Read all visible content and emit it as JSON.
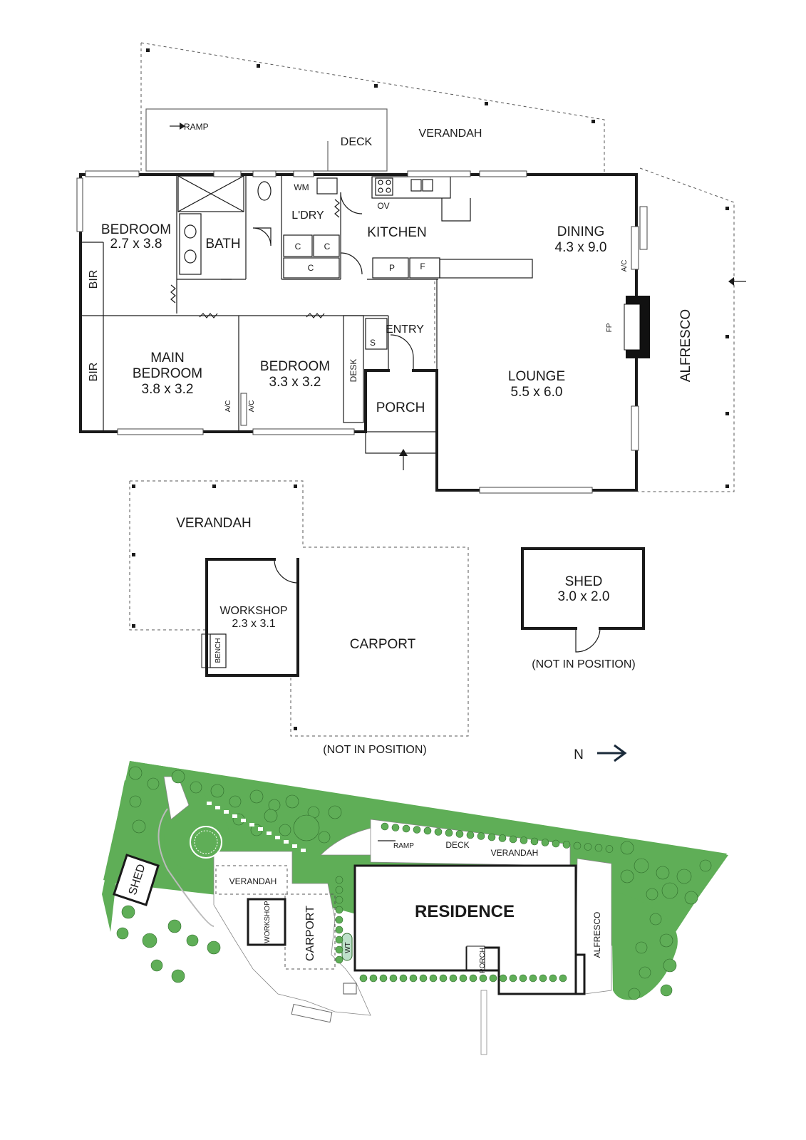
{
  "plan": {
    "rooms": [
      {
        "id": "bedroom-1",
        "name": "BEDROOM",
        "size": "2.7 x 3.8"
      },
      {
        "id": "bath",
        "name": "BATH"
      },
      {
        "id": "laundry",
        "name": "L'DRY"
      },
      {
        "id": "kitchen",
        "name": "KITCHEN"
      },
      {
        "id": "dining",
        "name": "DINING",
        "size": "4.3 x 9.0"
      },
      {
        "id": "main-bedroom",
        "name": "MAIN",
        "name2": "BEDROOM",
        "size": "3.8 x 3.2"
      },
      {
        "id": "bedroom-2",
        "name": "BEDROOM",
        "size": "3.3 x 3.2"
      },
      {
        "id": "entry",
        "name": "ENTRY"
      },
      {
        "id": "porch",
        "name": "PORCH"
      },
      {
        "id": "lounge",
        "name": "LOUNGE",
        "size": "5.5 x 6.0"
      },
      {
        "id": "alfresco",
        "name": "ALFRESCO"
      },
      {
        "id": "verandah-top",
        "name": "VERANDAH"
      },
      {
        "id": "deck",
        "name": "DECK"
      },
      {
        "id": "ramp",
        "name": "RAMP"
      },
      {
        "id": "verandah-out",
        "name": "VERANDAH"
      },
      {
        "id": "workshop",
        "name": "WORKSHOP",
        "size": "2.3 x 3.1"
      },
      {
        "id": "carport",
        "name": "CARPORT"
      },
      {
        "id": "shed",
        "name": "SHED",
        "size": "3.0 x 2.0"
      }
    ],
    "fixtures": {
      "wm": "WM",
      "ov": "OV",
      "c": "C",
      "p": "P",
      "f": "F",
      "s": "S",
      "bir": "BIR",
      "desk": "DESK",
      "ac": "A/C",
      "fp": "FP",
      "bench": "BENCH"
    },
    "notes": {
      "carport_not_in_position": "(NOT IN POSITION)",
      "shed_not_in_position": "(NOT IN POSITION)"
    },
    "north": "N"
  },
  "site": {
    "residence": "RESIDENCE",
    "labels": {
      "ramp": "RAMP",
      "deck": "DECK",
      "verandah": "VERANDAH",
      "verandah2": "VERANDAH",
      "shed": "SHED",
      "workshop": "WORKSHOP",
      "carport": "CARPORT",
      "wt": "WT",
      "porch": "PORCH",
      "alfresco": "ALFRESCO"
    }
  },
  "colors": {
    "lawn": "#5fae57",
    "wall": "#1a1a1a",
    "tree_outline": "#2f6b2b"
  }
}
